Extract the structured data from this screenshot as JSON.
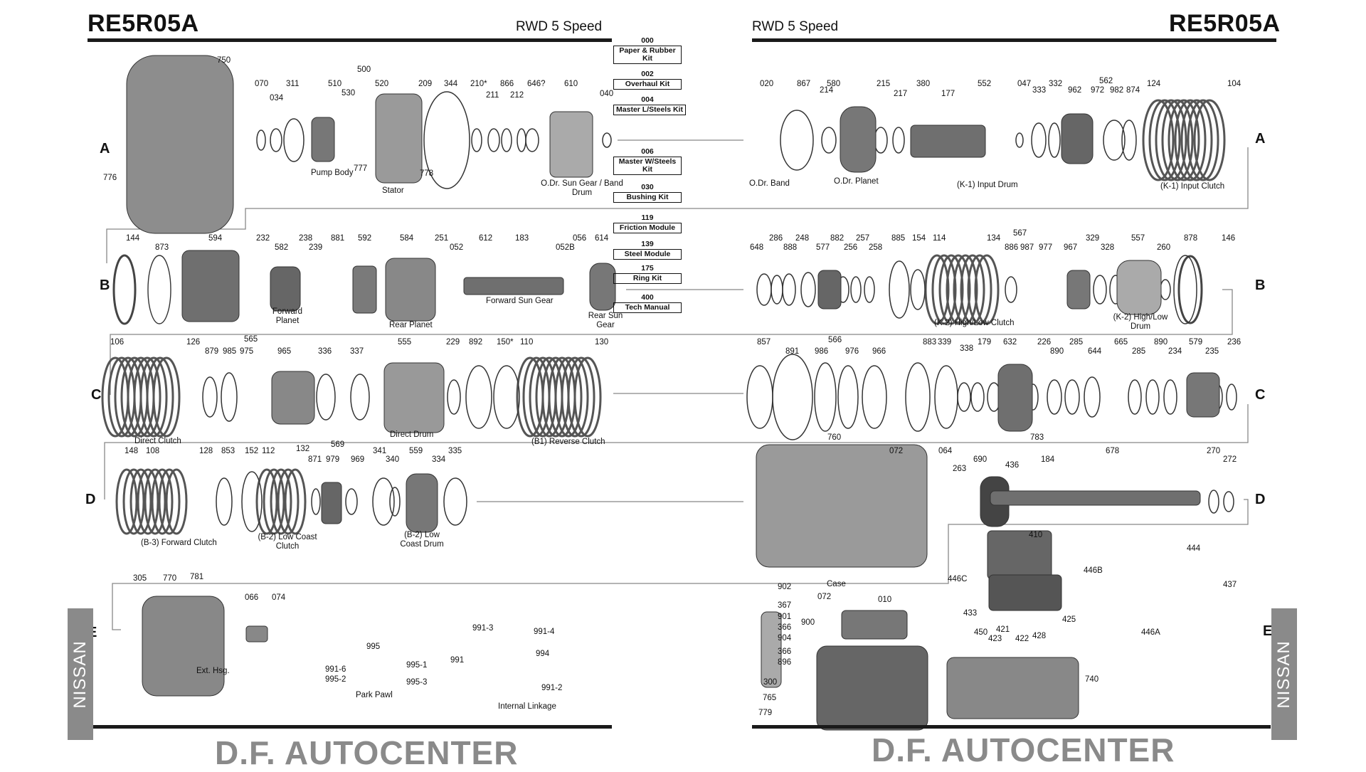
{
  "header": {
    "model_left": "RE5R05A",
    "model_right": "RE5R05A",
    "subtitle_left": "RWD 5 Speed",
    "subtitle_right": "RWD 5 Speed"
  },
  "kits": [
    {
      "code": "000",
      "name": "Paper & Rubber Kit"
    },
    {
      "code": "002",
      "name": "Overhaul Kit"
    },
    {
      "code": "004",
      "name": "Master L/Steels Kit"
    },
    {
      "code": "006",
      "name": "Master W/Steels Kit"
    },
    {
      "code": "030",
      "name": "Bushing Kit"
    },
    {
      "code": "119",
      "name": "Friction Module"
    },
    {
      "code": "139",
      "name": "Steel Module"
    },
    {
      "code": "175",
      "name": "Ring Kit"
    },
    {
      "code": "400",
      "name": "Tech Manual"
    }
  ],
  "row_labels": [
    "A",
    "B",
    "C",
    "D",
    "E"
  ],
  "part_numbers": {
    "row_a": [
      "750",
      "070",
      "034",
      "311",
      "500",
      "510",
      "530",
      "520",
      "209",
      "344",
      "210*",
      "211",
      "866",
      "212",
      "646?",
      "610",
      "040",
      "777",
      "778",
      "776",
      "020",
      "867",
      "214",
      "580",
      "215",
      "217",
      "380",
      "177",
      "552",
      "047",
      "333",
      "332",
      "562",
      "962",
      "972",
      "982",
      "874",
      "124",
      "104"
    ],
    "row_b": [
      "144",
      "873",
      "594",
      "232",
      "582",
      "238",
      "239",
      "881",
      "592",
      "584",
      "251",
      "052",
      "612",
      "183",
      "052B",
      "056",
      "614",
      "648",
      "286",
      "888",
      "248",
      "577",
      "882",
      "256",
      "257",
      "258",
      "885",
      "154",
      "114",
      "134",
      "567",
      "886",
      "987",
      "977",
      "967",
      "329",
      "328",
      "557",
      "260",
      "878",
      "146"
    ],
    "row_c": [
      "106",
      "126",
      "565",
      "879",
      "985",
      "975",
      "965",
      "336",
      "337",
      "555",
      "229",
      "892",
      "150*",
      "110",
      "130",
      "857",
      "566",
      "891",
      "986",
      "976",
      "966",
      "883",
      "339",
      "338",
      "179",
      "632",
      "226",
      "890",
      "285",
      "644",
      "665",
      "285",
      "890",
      "234",
      "579",
      "235",
      "236"
    ],
    "row_d": [
      "148",
      "108",
      "128",
      "853",
      "152",
      "112",
      "132",
      "569",
      "871",
      "979",
      "969",
      "341",
      "340",
      "559",
      "334",
      "335",
      "760",
      "072",
      "064",
      "263",
      "690",
      "436",
      "184",
      "678",
      "270",
      "272",
      "783"
    ],
    "row_e": [
      "305",
      "770",
      "781",
      "066",
      "074",
      "995",
      "995-1",
      "991-6",
      "995-2",
      "995-3",
      "991-3",
      "991-4",
      "991",
      "994",
      "991-2",
      "902",
      "072",
      "367",
      "901",
      "366",
      "904",
      "366",
      "896",
      "300",
      "765",
      "779",
      "900",
      "010",
      "410",
      "444",
      "446C",
      "446B",
      "437",
      "433",
      "450",
      "423",
      "421",
      "422",
      "428",
      "425",
      "446A",
      "740"
    ]
  },
  "captions": {
    "pump_body": "Pump Body",
    "stator": "Stator",
    "od_sun_gear": "O.Dr. Sun Gear / Band Drum",
    "od_band": "O.Dr. Band",
    "od_planet": "O.Dr. Planet",
    "k1_input_drum": "(K-1) Input Drum",
    "k1_input_clutch": "(K-1) Input Clutch",
    "forward_planet": "Forward Planet",
    "rear_planet": "Rear Planet",
    "forward_sun_gear": "Forward Sun Gear",
    "rear_sun_gear": "Rear Sun Gear",
    "k2_high_low_clutch": "(K-2) High/Low Clutch",
    "k2_high_low_drum": "(K-2) High/Low Drum",
    "direct_clutch": "Direct Clutch",
    "direct_drum": "Direct Drum",
    "b1_reverse_clutch": "(B1) Reverse Clutch",
    "b3_forward_clutch": "(B-3) Forward Clutch",
    "b2_low_coast_clutch": "(B-2) Low Coast Clutch",
    "b2_low_coast_drum": "(B-2) Low Coast Drum",
    "case": "Case",
    "ext_hsg": "Ext. Hsg.",
    "park_pawl": "Park Pawl",
    "internal_linkage": "Internal Linkage"
  },
  "side_tabs": {
    "left": "NISSAN",
    "right": "NISSAN"
  },
  "footer": {
    "left": "D.F. AUTOCENTER",
    "right": "D.F. AUTOCENTER"
  },
  "colors": {
    "rule": "#1a1a1a",
    "part_gray": "#7a7a7a",
    "brand_gray": "#8a8a8a"
  }
}
